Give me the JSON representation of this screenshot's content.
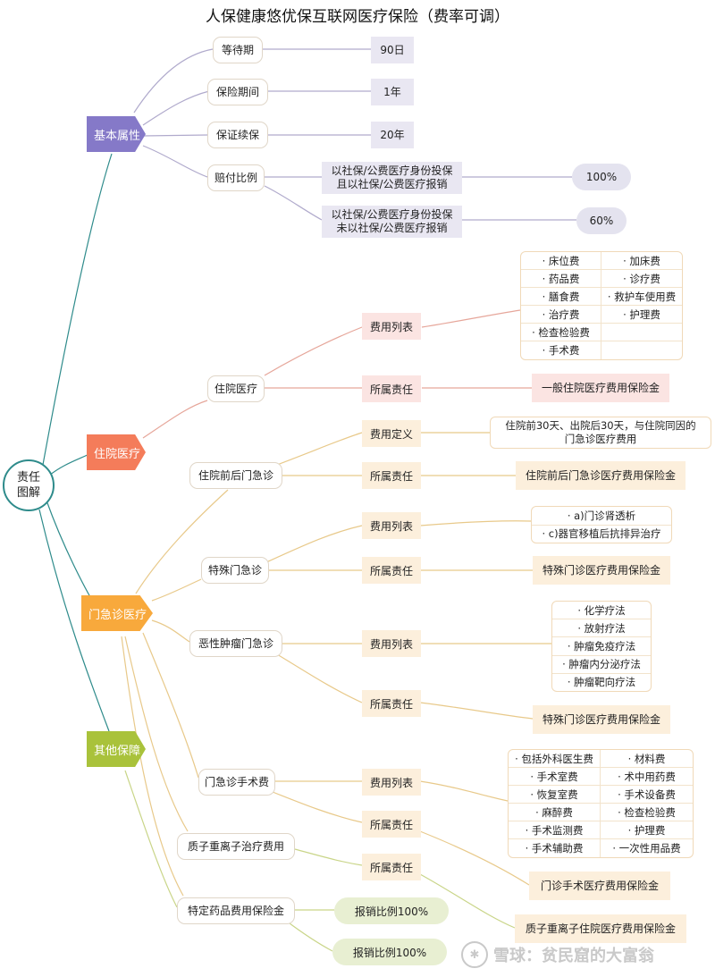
{
  "title": "人保健康悠优保互联网医疗保险（费率可调）",
  "root": "责任\n图解",
  "colors": {
    "basic": "#8579c8",
    "inpatient": "#f47c5a",
    "outpatient": "#f8a93c",
    "other": "#a9c23b",
    "root": "#2e8b8b"
  },
  "basic": {
    "label": "基本属性",
    "items": [
      {
        "name": "等待期",
        "value": "90日"
      },
      {
        "name": "保险期间",
        "value": "1年"
      },
      {
        "name": "保证续保",
        "value": "20年"
      }
    ],
    "payout": {
      "name": "赔付比例",
      "cases": [
        {
          "cond": "以社保/公费医疗身份投保\n且以社保/公费医疗报销",
          "ratio": "100%"
        },
        {
          "cond": "以社保/公费医疗身份投保\n未以社保/公费医疗报销",
          "ratio": "60%"
        }
      ]
    }
  },
  "inpatient": {
    "label": "住院医疗",
    "node": "住院医疗",
    "fee_label": "费用列表",
    "fees": [
      "· 床位费",
      "· 加床费",
      "· 药品费",
      "· 诊疗费",
      "· 膳食费",
      "· 救护车使用费",
      "· 治疗费",
      "· 护理费",
      "· 检查检验费",
      "",
      "· 手术费",
      ""
    ],
    "duty_label": "所属责任",
    "duty": "一般住院医疗费用保险金"
  },
  "outpatient": {
    "label": "门急诊医疗",
    "pre_post": {
      "node": "住院前后门急诊",
      "def_label": "费用定义",
      "def": "住院前30天、出院后30天，与住院同因的\n门急诊医疗费用",
      "duty_label": "所属责任",
      "duty": "住院前后门急诊医疗费用保险金"
    },
    "special": {
      "node": "特殊门急诊",
      "fee_label": "费用列表",
      "fees": [
        "· a)门诊肾透析",
        "· c)器官移植后抗排异治疗"
      ],
      "duty_label": "所属责任",
      "duty": "特殊门诊医疗费用保险金"
    },
    "tumor": {
      "node": "恶性肿瘤门急诊",
      "fee_label": "费用列表",
      "fees": [
        "· 化学疗法",
        "· 放射疗法",
        "· 肿瘤免疫疗法",
        "· 肿瘤内分泌疗法",
        "· 肿瘤靶向疗法"
      ],
      "duty_label": "所属责任",
      "duty": "特殊门诊医疗费用保险金"
    },
    "surgery": {
      "node": "门急诊手术费",
      "fee_label": "费用列表",
      "fees": [
        "· 包括外科医生费",
        "· 材料费",
        "· 手术室费",
        "· 术中用药费",
        "· 恢复室费",
        "· 手术设备费",
        "· 麻醉费",
        "· 检查检验费",
        "· 手术监测费",
        "· 护理费",
        "· 手术辅助费",
        "· 一次性用品费"
      ],
      "duty_label": "所属责任",
      "duty": "门诊手术医疗费用保险金"
    }
  },
  "other": {
    "label": "其他保障",
    "proton": {
      "node": "质子重离子治疗费用",
      "duty_label": "所属责任",
      "duty": "质子重离子住院医疗费用保险金"
    },
    "drug": {
      "node": "特定药品费用保险金",
      "ratios": [
        "报销比例100%",
        "报销比例100%"
      ]
    }
  },
  "watermark": "雪球：贫民窟的大富翁"
}
